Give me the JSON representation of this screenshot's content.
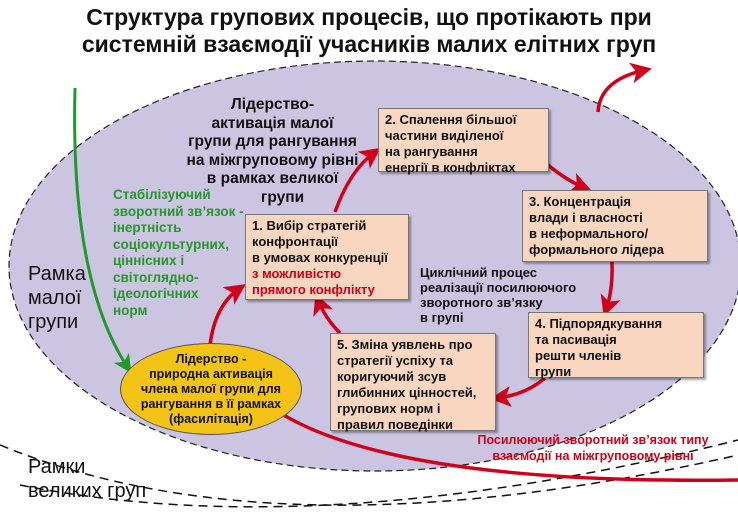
{
  "title": {
    "line1": "Структура групових процесів, що протікають при",
    "line2": "системній взаємодії учасників малих елітних груп"
  },
  "leadership_intergroup": [
    "Лідерство-",
    "активація малої",
    "групи для рангування",
    "на міжгруповому рівні",
    "в рамках великої",
    "групи"
  ],
  "stabilizing_feedback": [
    "Стабілізуючий",
    "зворотний зв’язок -",
    "інертність",
    "соціокультурних,",
    "ціннісних і",
    "світоглядно-",
    "ідеологічних",
    "норм"
  ],
  "small_group_frame": [
    "Рамка",
    "малої",
    "групи"
  ],
  "large_groups_frame": [
    "Рамки",
    "великих груп"
  ],
  "cycle_label": [
    "Циклічний процес",
    "реалізації посилюючого",
    "зворотного зв’язку",
    "в  групі"
  ],
  "steps": {
    "s1": {
      "lines": [
        "1. Вибір стратегій",
        "конфронтації",
        "в умовах конкуренції"
      ],
      "red_lines": [
        "з можливістю",
        "прямого конфлікту"
      ]
    },
    "s2": [
      "2. Спалення більшої",
      "частини виділеної",
      "на рангування",
      "енергії в конфліктах"
    ],
    "s3": [
      "3. Концентрація",
      "влади і власності",
      "в неформального/",
      "формального лідера"
    ],
    "s4": [
      "4. Підпорядкування",
      "та пасивація",
      "решти членів",
      "групи"
    ],
    "s5": [
      "5. Зміна уявлень про",
      "стратегії успіху та",
      "коригуючий зсув",
      "глибинних  цінностей,",
      "групових норм і",
      "правил поведінки"
    ]
  },
  "facilitation": [
    "Лідерство -",
    "природна активація",
    "члена малої групи для",
    "рангування в її рамках",
    "(фасилітація)"
  ],
  "intergroup_feedback": [
    "Посилюючий зворотний зв’язок типу",
    "взаємодії на міжгруповому рівні"
  ],
  "colors": {
    "ellipse": "#cbc5e2",
    "box": "#f8d6bf",
    "oval": "#f3c316",
    "arrow_red": "#d0001a",
    "arrow_green": "#1f9a2a"
  }
}
